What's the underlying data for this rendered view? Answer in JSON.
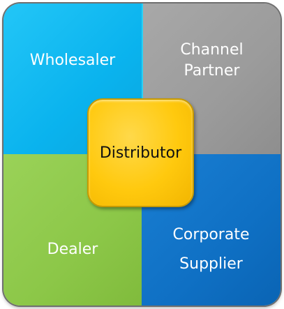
{
  "quadrants": {
    "top_left": {
      "label": "Wholesaler",
      "color": "#0ab3ee"
    },
    "top_right": {
      "line1": "Channel",
      "line2": "Partner",
      "color": "#9b9b9b"
    },
    "bottom_left": {
      "label": "Dealer",
      "color": "#8cc748"
    },
    "bottom_right": {
      "line1": "Corporate",
      "line2": "Supplier",
      "color": "#0f70c4"
    }
  },
  "center": {
    "label": "Distributor",
    "color": "#ffc90e"
  }
}
